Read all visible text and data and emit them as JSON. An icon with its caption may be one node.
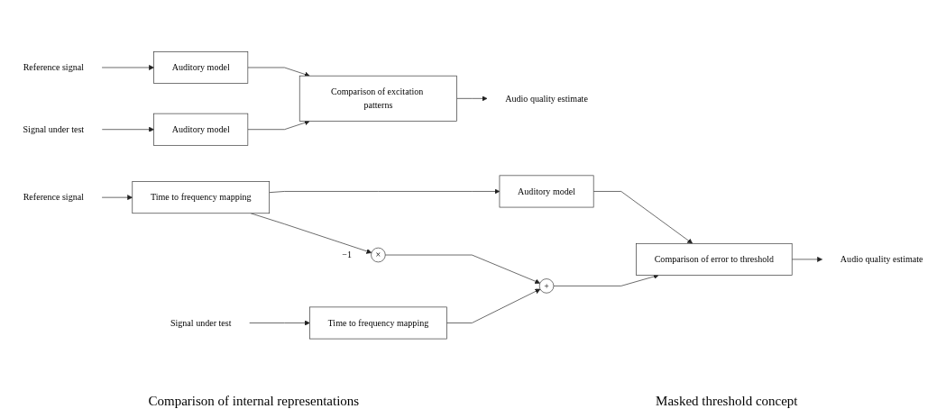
{
  "diagram": {
    "nodes": [
      {
        "text": [
          "Reference signal"
        ]
      },
      {
        "text": [
          "Auditory model"
        ]
      },
      {
        "text": [
          "Comparison of excitation patterns"
        ]
      },
      {
        "text": [
          "Audio quality estimate"
        ]
      },
      {
        "text": [
          "Signal under test"
        ]
      },
      {
        "text": [
          "Auditory model"
        ]
      },
      {
        "text": [
          "Reference signal"
        ]
      },
      {
        "text": [
          "Time to frequency mapping"
        ]
      },
      {
        "text": [
          "Auditory model"
        ]
      },
      {
        "text": [
          "Comparison of error to threshold"
        ]
      },
      {
        "text": [
          "Audio quality estimate"
        ]
      },
      {
        "text": [
          "×"
        ],
        "beside": [
          "−1"
        ]
      },
      {
        "text": [
          "Signal under test"
        ]
      },
      {
        "text": [
          "Time to frequency mapping"
        ]
      },
      {
        "text": [
          "+"
        ]
      }
    ],
    "edges": [
      {
        "from": 0,
        "to": 1,
        "arrow": "to"
      },
      {
        "from": 1,
        "to": 2,
        "arrow": "to"
      },
      {
        "from": 4,
        "to": 5,
        "arrow": "to"
      },
      {
        "from": 5,
        "to": 2,
        "arrow": "to"
      },
      {
        "from": 2,
        "to": 3,
        "arrow": "to"
      },
      {
        "from": 6,
        "to": 7,
        "arrow": "to"
      },
      {
        "from": 7,
        "to": 8,
        "arrow": "to"
      },
      {
        "from": 7,
        "to": 11,
        "arrow": "to"
      },
      {
        "from": 8,
        "to": 9,
        "arrow": "to"
      },
      {
        "from": 11,
        "to": 14,
        "arrow": "to"
      },
      {
        "from": 12,
        "to": 13,
        "arrow": "to"
      },
      {
        "from": 13,
        "to": 14,
        "arrow": "to"
      },
      {
        "from": 14,
        "to": 9,
        "arrow": "to"
      },
      {
        "from": 9,
        "to": 10,
        "arrow": "to"
      }
    ],
    "labels": [
      "Comparison of internal representations",
      "Masked threshold concept"
    ]
  }
}
